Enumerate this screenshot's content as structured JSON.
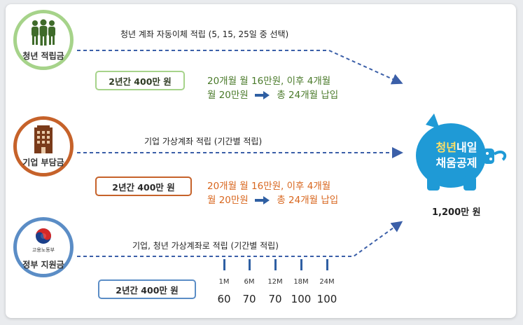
{
  "colors": {
    "youth": "#a6d38a",
    "youth_text": "#4a7a2a",
    "company": "#c6622a",
    "company_text": "#d8661e",
    "government": "#5b8dc6",
    "pig": "#1f9ad6",
    "pig_highlight": "#ffe066",
    "dashed_arrow": "#3b5fa8"
  },
  "sources": [
    {
      "name": "청년 적립금",
      "icon": "people-icon",
      "flow_title": "청년 계좌 자동이체 적립 (5, 15, 25일 중 선택)",
      "amount": "2년간 400만 원",
      "desc_line1": "20개월 월 16만원, 이후 4개월",
      "desc_line2_a": "월 20만원",
      "desc_line2_b": "총 24개월 납입"
    },
    {
      "name": "기업 부담금",
      "icon": "building-icon",
      "flow_title": "기업 가상계좌 적립 (기간별 적립)",
      "amount": "2년간 400만 원",
      "desc_line1": "20개월 월 16만원, 이후 4개월",
      "desc_line2_a": "월 20만원",
      "desc_line2_b": "총 24개월 납입"
    },
    {
      "name": "정부 지원금",
      "icon": "korea-emblem-icon",
      "ministry": "고용노동부",
      "flow_title": "기업, 청년 가상계좌로 적립 (기간별 적립)",
      "amount": "2년간 400만 원"
    }
  ],
  "schedule": [
    {
      "month": "1M",
      "value": "60"
    },
    {
      "month": "6M",
      "value": "70"
    },
    {
      "month": "12M",
      "value": "70"
    },
    {
      "month": "18M",
      "value": "100"
    },
    {
      "month": "24M",
      "value": "100"
    }
  ],
  "target": {
    "title_highlight": "청년",
    "title_rest": "내일",
    "title_line2": "채움공제",
    "total": "1,200만 원"
  }
}
